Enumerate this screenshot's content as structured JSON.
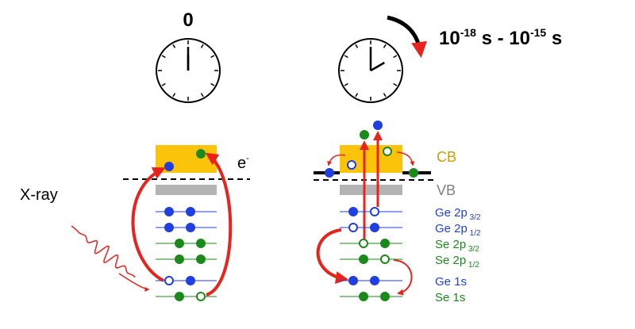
{
  "left": {
    "time_label": "0",
    "electron_label": "e",
    "electron_sup": "-",
    "xray_label": "X-ray"
  },
  "right": {
    "time_base1": "10",
    "time_exp1": "-18",
    "time_mid": " s - ",
    "time_base2": "10",
    "time_exp2": "-15",
    "time_end": " s"
  },
  "bands": {
    "cb": "CB",
    "vb": "VB"
  },
  "levels": [
    {
      "name": "Ge 2p",
      "sub": "3/2",
      "color": "#1f3fe0"
    },
    {
      "name": "Ge 2p",
      "sub": "1/2",
      "color": "#1f3fe0"
    },
    {
      "name": "Se 2p",
      "sub": "3/2",
      "color": "#1a8a1a"
    },
    {
      "name": "Se 2p",
      "sub": "1/2",
      "color": "#1a8a1a"
    },
    {
      "name": "Ge 1s",
      "sub": "",
      "color": "#1f3fe0"
    },
    {
      "name": "Se 1s",
      "sub": "",
      "color": "#1a8a1a"
    }
  ],
  "colors": {
    "blue": "#1f3fe0",
    "green": "#1a8a1a",
    "cb": "#fcc30b",
    "vb": "#b3b3b3",
    "arrow": "#e8231c"
  }
}
